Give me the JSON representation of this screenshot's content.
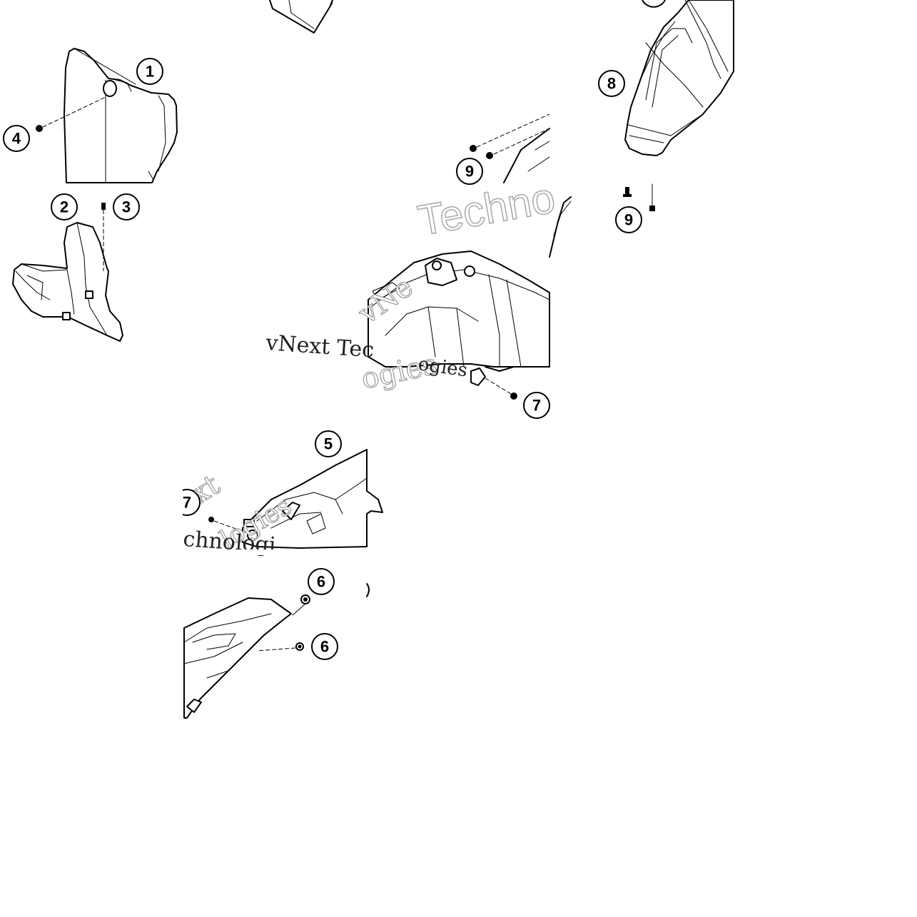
{
  "callouts": {
    "c1": "1",
    "c2": "2",
    "c3": "3",
    "c4": "4",
    "c5": "5",
    "c6a": "6",
    "c6b": "6",
    "c7a": "7",
    "c7b": "7",
    "c8": "8",
    "c9a": "9",
    "c9b": "9"
  },
  "watermarks": {
    "techno_outline": "Techno",
    "vnext_serif": "vNext Tec",
    "vnext_outline": "vNe",
    "logies_serif": "ogies",
    "next_outline": "ext",
    "chnologies_serif": "chnologi",
    "logies_outline": "logies"
  }
}
